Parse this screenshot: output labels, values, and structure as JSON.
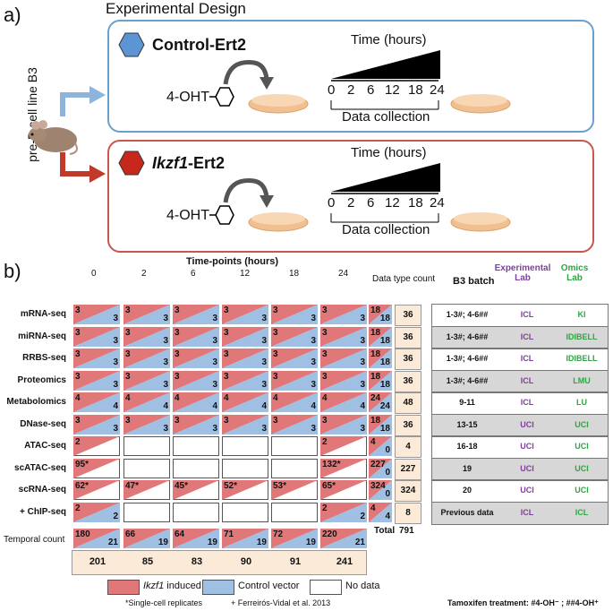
{
  "panel_a": {
    "letter": "a)",
    "title": "Experimental Design",
    "side_label": "pre-B cell line B3",
    "control": {
      "name": "Control-Ert2",
      "color": "#5b95d4"
    },
    "ikzf": {
      "name_italic": "Ikzf1",
      "name_rest": "-Ert2",
      "color": "#c8281c"
    },
    "drug": "4-OHT",
    "time_title": "Time (hours)",
    "ticks": [
      "0",
      "2",
      "6",
      "12",
      "18",
      "24"
    ],
    "data_collection": "Data collection"
  },
  "panel_b": {
    "letter": "b)",
    "timepoints_title": "Time-points (hours)",
    "timepoints": [
      "0",
      "2",
      "6",
      "12",
      "18",
      "24"
    ],
    "data_type_count_title": "Data type count",
    "rows": [
      {
        "label": "mRNA-seq",
        "cells": [
          [
            "3",
            "3"
          ],
          [
            "3",
            "3"
          ],
          [
            "3",
            "3"
          ],
          [
            "3",
            "3"
          ],
          [
            "3",
            "3"
          ],
          [
            "3",
            "3"
          ]
        ],
        "dtc": [
          "18",
          "18"
        ],
        "total": "36",
        "batch": "1-3#; 4-6##",
        "exp": "ICL",
        "omics": "KI",
        "gray": false
      },
      {
        "label": "miRNA-seq",
        "cells": [
          [
            "3",
            "3"
          ],
          [
            "3",
            "3"
          ],
          [
            "3",
            "3"
          ],
          [
            "3",
            "3"
          ],
          [
            "3",
            "3"
          ],
          [
            "3",
            "3"
          ]
        ],
        "dtc": [
          "18",
          "18"
        ],
        "total": "36",
        "batch": "1-3#; 4-6##",
        "exp": "ICL",
        "omics": "IDIBELL",
        "gray": true
      },
      {
        "label": "RRBS-seq",
        "cells": [
          [
            "3",
            "3"
          ],
          [
            "3",
            "3"
          ],
          [
            "3",
            "3"
          ],
          [
            "3",
            "3"
          ],
          [
            "3",
            "3"
          ],
          [
            "3",
            "3"
          ]
        ],
        "dtc": [
          "18",
          "18"
        ],
        "total": "36",
        "batch": "1-3#; 4-6##",
        "exp": "ICL",
        "omics": "IDIBELL",
        "gray": false
      },
      {
        "label": "Proteomics",
        "cells": [
          [
            "3",
            "3"
          ],
          [
            "3",
            "3"
          ],
          [
            "3",
            "3"
          ],
          [
            "3",
            "3"
          ],
          [
            "3",
            "3"
          ],
          [
            "3",
            "3"
          ]
        ],
        "dtc": [
          "18",
          "18"
        ],
        "total": "36",
        "batch": "1-3#; 4-6##",
        "exp": "ICL",
        "omics": "LMU",
        "gray": true
      },
      {
        "label": "Metabolomics",
        "cells": [
          [
            "4",
            "4"
          ],
          [
            "4",
            "4"
          ],
          [
            "4",
            "4"
          ],
          [
            "4",
            "4"
          ],
          [
            "4",
            "4"
          ],
          [
            "4",
            "4"
          ]
        ],
        "dtc": [
          "24",
          "24"
        ],
        "total": "48",
        "batch": "9-11",
        "exp": "ICL",
        "omics": "LU",
        "gray": false
      },
      {
        "label": "DNase-seq",
        "cells": [
          [
            "3",
            "3"
          ],
          [
            "3",
            "3"
          ],
          [
            "3",
            "3"
          ],
          [
            "3",
            "3"
          ],
          [
            "3",
            "3"
          ],
          [
            "3",
            "3"
          ]
        ],
        "dtc": [
          "18",
          "18"
        ],
        "total": "36",
        "batch": "13-15",
        "exp": "UCI",
        "omics": "UCI",
        "gray": true
      },
      {
        "label": "ATAC-seq",
        "cells": [
          [
            "2",
            ""
          ],
          null,
          null,
          null,
          null,
          [
            "2",
            ""
          ]
        ],
        "dtc": [
          "4",
          "0"
        ],
        "total": "4",
        "batch": "16-18",
        "exp": "UCI",
        "omics": "UCI",
        "gray": false
      },
      {
        "label": "scATAC-seq",
        "cells": [
          [
            "95*",
            ""
          ],
          null,
          null,
          null,
          null,
          [
            "132*",
            ""
          ]
        ],
        "dtc": [
          "227",
          "0"
        ],
        "total": "227",
        "batch": "19",
        "exp": "UCI",
        "omics": "UCI",
        "gray": true
      },
      {
        "label": "scRNA-seq",
        "cells": [
          [
            "62*",
            ""
          ],
          [
            "47*",
            ""
          ],
          [
            "45*",
            ""
          ],
          [
            "52*",
            ""
          ],
          [
            "53*",
            ""
          ],
          [
            "65*",
            ""
          ]
        ],
        "dtc": [
          "324",
          "0"
        ],
        "total": "324",
        "batch": "20",
        "exp": "UCI",
        "omics": "UCI",
        "gray": false
      },
      {
        "label": "+ ChIP-seq",
        "cells": [
          [
            "2",
            "2"
          ],
          null,
          null,
          null,
          null,
          [
            "2",
            "2"
          ]
        ],
        "dtc": [
          "4",
          "4"
        ],
        "total": "8",
        "batch": "Previous data",
        "exp": "ICL",
        "omics": "ICL",
        "gray": true
      }
    ],
    "total_label": "Total",
    "total_value": "791",
    "temporal_label": "Temporal count",
    "temporal": [
      [
        "180",
        "21"
      ],
      [
        "66",
        "19"
      ],
      [
        "64",
        "19"
      ],
      [
        "71",
        "19"
      ],
      [
        "72",
        "19"
      ],
      [
        "220",
        "21"
      ]
    ],
    "temporal_sums": [
      "201",
      "85",
      "83",
      "90",
      "91",
      "241"
    ],
    "batch_header": "B3 batch",
    "exp_header_1": "Experimental",
    "exp_header_2": "Lab",
    "omics_header_1": "Omics",
    "omics_header_2": "Lab",
    "legend_induced_italic": "Ikzf1",
    "legend_induced_rest": " induced",
    "legend_control": "Control vector",
    "legend_nodata": "No data",
    "note_sc": "*Single-cell replicates",
    "note_ref": "+ Ferreirós-Vidal et al. 2013",
    "tamoxifen": "Tamoxifen treatment: #4-OH⁻ ; ##4-OH⁺",
    "colors": {
      "induced": "#e0787a",
      "control": "#9fbfe3"
    }
  }
}
